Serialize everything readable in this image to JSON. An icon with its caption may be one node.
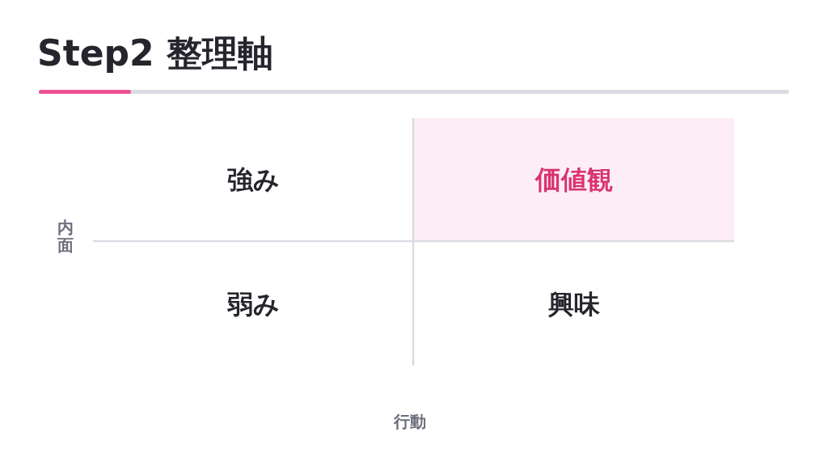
{
  "diagram": {
    "title": "Step2 整理軸",
    "nodes": [
      {
        "text": [
          "強み"
        ]
      },
      {
        "text": [
          "価値観"
        ]
      },
      {
        "text": [
          "弱み"
        ]
      },
      {
        "text": [
          "興味"
        ]
      }
    ],
    "labels": [
      "内面",
      "行動"
    ]
  }
}
